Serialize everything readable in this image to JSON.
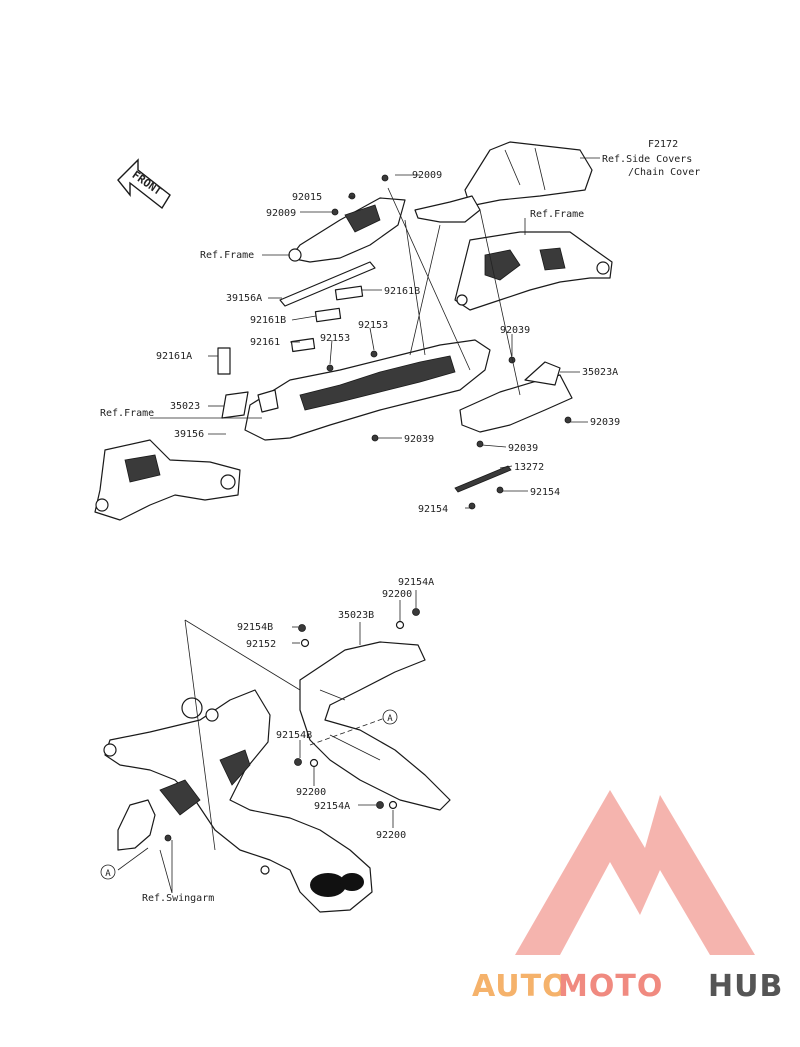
{
  "diagram": {
    "front_arrow_text": "FRONT",
    "callout_a": "A",
    "labels": {
      "f2172": "F2172",
      "ref_side_covers": "Ref.Side Covers",
      "chain_cover": "/Chain Cover",
      "ref_frame_top": "Ref.Frame",
      "ref_frame_left": "Ref.Frame",
      "ref_frame_bottom": "Ref.Frame",
      "p92009_a": "92009",
      "p92009_b": "92009",
      "p92015": "92015",
      "p39156a": "39156A",
      "p92161b_a": "92161B",
      "p92161b_b": "92161B",
      "p92153_a": "92153",
      "p92153_b": "92153",
      "p92161": "92161",
      "p92161a": "92161A",
      "p35023": "35023",
      "p39156": "39156",
      "p92039_a": "92039",
      "p92039_b": "92039",
      "p92039_c": "92039",
      "p92039_d": "92039",
      "p35023a": "35023A",
      "p13272": "13272",
      "p92154_a": "92154",
      "p92154_b": "92154",
      "p92154a_top": "92154A",
      "p92200_top": "92200",
      "p35023b": "35023B",
      "p92154b_top": "92154B",
      "p92152": "92152",
      "p92154b_mid": "92154B",
      "p92200_mid": "92200",
      "p92154a_low": "92154A",
      "p92200_low": "92200",
      "ref_swingarm": "Ref.Swingarm"
    }
  },
  "watermark": {
    "part1": "AUTO",
    "part2": "MOTO",
    "part3": "HUB",
    "color1": "#f5b26b",
    "color2": "#f08a80",
    "color3": "#555555",
    "logo_color": "#f08a80"
  }
}
